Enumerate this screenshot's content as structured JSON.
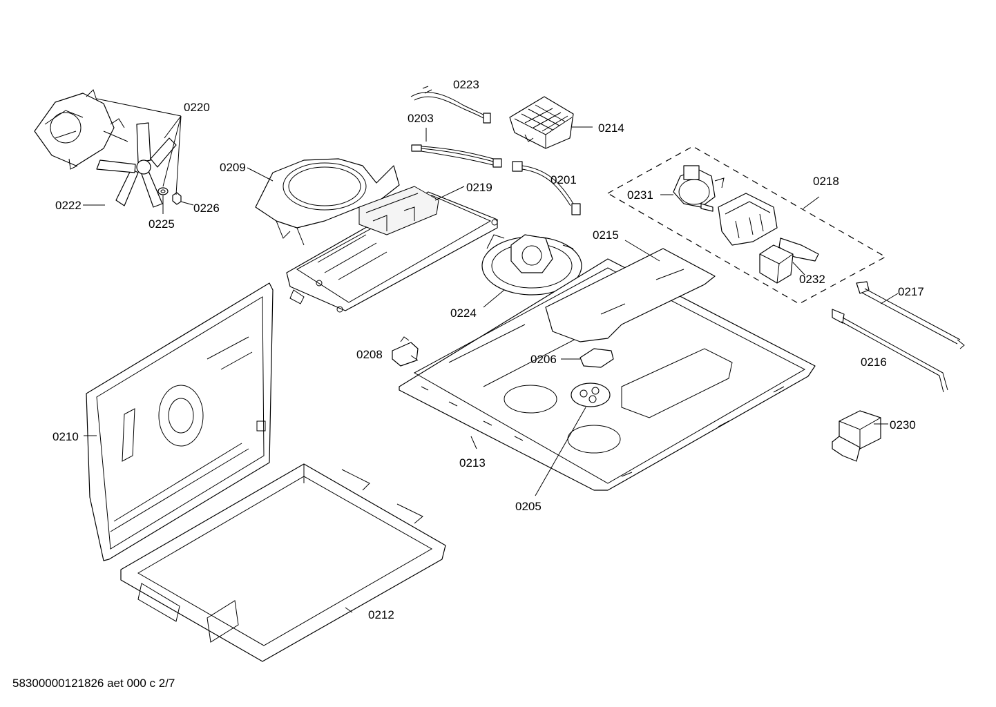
{
  "labels": {
    "l0220": "0220",
    "l0222": "0222",
    "l0225": "0225",
    "l0226": "0226",
    "l0209": "0209",
    "l0219": "0219",
    "l0223": "0223",
    "l0203": "0203",
    "l0214": "0214",
    "l0201": "0201",
    "l0218": "0218",
    "l0231": "0231",
    "l0232": "0232",
    "l0215": "0215",
    "l0224": "0224",
    "l0217": "0217",
    "l0216": "0216",
    "l0208": "0208",
    "l0206": "0206",
    "l0210": "0210",
    "l0213": "0213",
    "l0205": "0205",
    "l0230": "0230",
    "l0212": "0212"
  },
  "footer": "58300000121826 aet 000 c 2/7"
}
